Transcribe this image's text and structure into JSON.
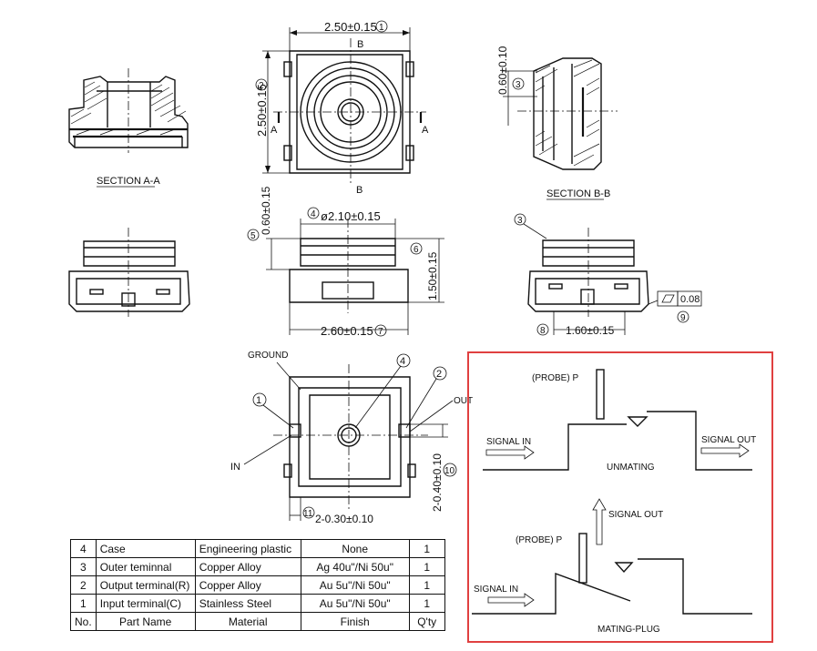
{
  "views": {
    "section_aa": "SECTION A-A",
    "section_bb": "SECTION B-B"
  },
  "top_view": {
    "width_dim": "2.50±0.15",
    "width_ref": "1",
    "height_dim": "2.50±0.15",
    "height_ref": "2",
    "cut_a": "A",
    "cut_b": "B"
  },
  "side_view_right_top": {
    "dim": "0.60±0.10",
    "ref": "3"
  },
  "front_view": {
    "top_dim": "0.60±0.15",
    "top_ref": "5",
    "dia_dim": "ø2.10±0.15",
    "dia_ref": "4",
    "height_dim": "1.50±0.15",
    "height_ref": "6",
    "width_dim": "2.60±0.15",
    "width_ref": "7"
  },
  "side_view": {
    "ref": "3",
    "width_dim": "1.60±0.15",
    "width_ref": "8",
    "flatness": "0.08",
    "flatness_ref": "9"
  },
  "bottom_view": {
    "ground": "GROUND",
    "in": "IN",
    "out": "OUT",
    "ref1": "1",
    "ref2": "2",
    "ref4": "4",
    "height_dim": "2-0.40±0.10",
    "height_ref": "10",
    "width_dim": "2-0.30±0.10",
    "width_ref": "11"
  },
  "bom_table": {
    "rows": [
      {
        "no": "4",
        "part": "Case",
        "material": "Engineering plastic",
        "finish": "None",
        "qty": "1"
      },
      {
        "no": "3",
        "part": "Outer teminnal",
        "material": "Copper Alloy",
        "finish": "Ag 40u\"/Ni 50u\"",
        "qty": "1"
      },
      {
        "no": "2",
        "part": "Output terminal(R)",
        "material": "Copper Alloy",
        "finish": "Au 5u\"/Ni 50u\"",
        "qty": "1"
      },
      {
        "no": "1",
        "part": "Input terminal(C)",
        "material": "Stainless Steel",
        "finish": "Au 5u\"/Ni 50u\"",
        "qty": "1"
      }
    ],
    "header": {
      "no": "No.",
      "part": "Part Name",
      "material": "Material",
      "finish": "Finish",
      "qty": "Q'ty"
    }
  },
  "switch_diagram": {
    "border_color": "#e04040",
    "unmating": {
      "probe": "(PROBE) P",
      "signal_in": "SIGNAL IN",
      "signal_out": "SIGNAL OUT",
      "label": "UNMATING"
    },
    "mating": {
      "probe": "(PROBE) P",
      "signal_in": "SIGNAL IN",
      "signal_out": "SIGNAL OUT",
      "label": "MATING-PLUG"
    }
  }
}
